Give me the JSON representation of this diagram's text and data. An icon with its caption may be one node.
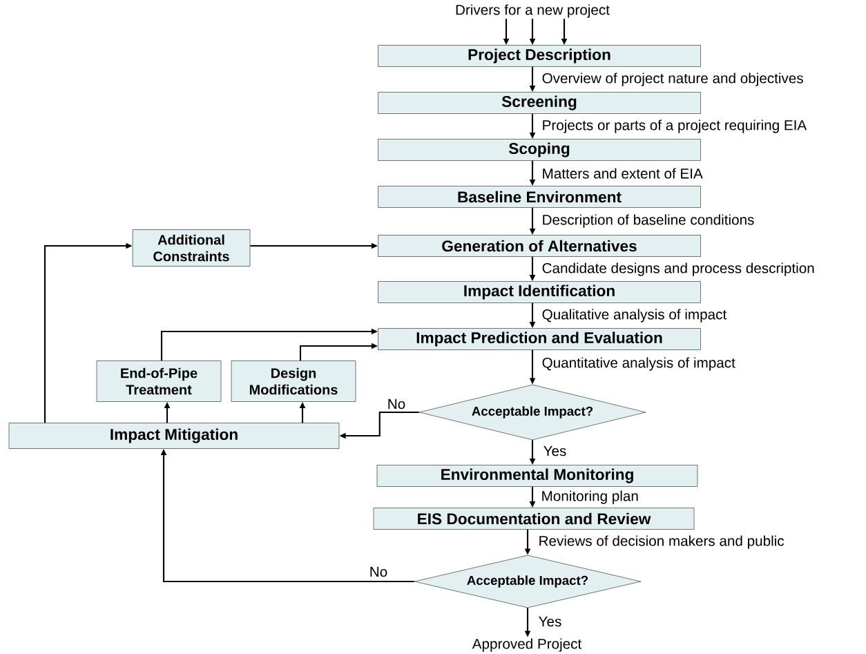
{
  "diagram": {
    "nodes": [
      {
        "text": [
          "Drivers for a new project"
        ]
      },
      {
        "text": [
          "Project Description"
        ]
      },
      {
        "text": [
          "Screening"
        ]
      },
      {
        "text": [
          "Scoping"
        ]
      },
      {
        "text": [
          "Baseline Environment"
        ]
      },
      {
        "text": [
          "Generation of Alternatives"
        ]
      },
      {
        "text": [
          "Impact Identification"
        ]
      },
      {
        "text": [
          "Impact Prediction and Evaluation"
        ]
      },
      {
        "text": [
          "Acceptable Impact?"
        ]
      },
      {
        "text": [
          "Environmental Monitoring"
        ]
      },
      {
        "text": [
          "EIS Documentation and Review"
        ]
      },
      {
        "text": [
          "Acceptable Impact?"
        ]
      },
      {
        "text": [
          "Approved Project"
        ]
      },
      {
        "text": [
          "Additional Constraints"
        ]
      },
      {
        "text": [
          "End-of-Pipe Treatment"
        ]
      },
      {
        "text": [
          "Design Modifications"
        ]
      },
      {
        "text": [
          "Impact Mitigation"
        ]
      }
    ],
    "edges": [
      {
        "from": 0,
        "to": 1,
        "arrow": "to"
      },
      {
        "from": 0,
        "to": 1,
        "arrow": "to"
      },
      {
        "from": 0,
        "to": 1,
        "arrow": "to"
      },
      {
        "from": 1,
        "to": 2,
        "arrow": "to",
        "label": "Overview of project nature and objectives"
      },
      {
        "from": 2,
        "to": 3,
        "arrow": "to",
        "label": "Projects or parts of a project requiring EIA"
      },
      {
        "from": 3,
        "to": 4,
        "arrow": "to",
        "label": "Matters and extent of EIA"
      },
      {
        "from": 4,
        "to": 5,
        "arrow": "to",
        "label": "Description of baseline conditions"
      },
      {
        "from": 5,
        "to": 6,
        "arrow": "to",
        "label": "Candidate designs and process description"
      },
      {
        "from": 6,
        "to": 7,
        "arrow": "to",
        "label": "Qualitative analysis of impact"
      },
      {
        "from": 7,
        "to": 8,
        "arrow": "to",
        "label": "Quantitative analysis of impact"
      },
      {
        "from": 8,
        "to": 9,
        "arrow": "to",
        "label": "Yes"
      },
      {
        "from": 8,
        "to": 16,
        "arrow": "to",
        "label": "No"
      },
      {
        "from": 9,
        "to": 10,
        "arrow": "to",
        "label": "Monitoring plan"
      },
      {
        "from": 10,
        "to": 11,
        "arrow": "to",
        "label": "Reviews of decision makers and public"
      },
      {
        "from": 11,
        "to": 12,
        "arrow": "to",
        "label": "Yes"
      },
      {
        "from": 11,
        "to": 16,
        "arrow": "to",
        "label": "No"
      },
      {
        "from": 16,
        "to": 13,
        "arrow": "to"
      },
      {
        "from": 13,
        "to": 5,
        "arrow": "to"
      },
      {
        "from": 16,
        "to": 14,
        "arrow": "to"
      },
      {
        "from": 16,
        "to": 15,
        "arrow": "to"
      },
      {
        "from": 14,
        "to": 7,
        "arrow": "to"
      },
      {
        "from": 15,
        "to": 7,
        "arrow": "to"
      }
    ]
  }
}
